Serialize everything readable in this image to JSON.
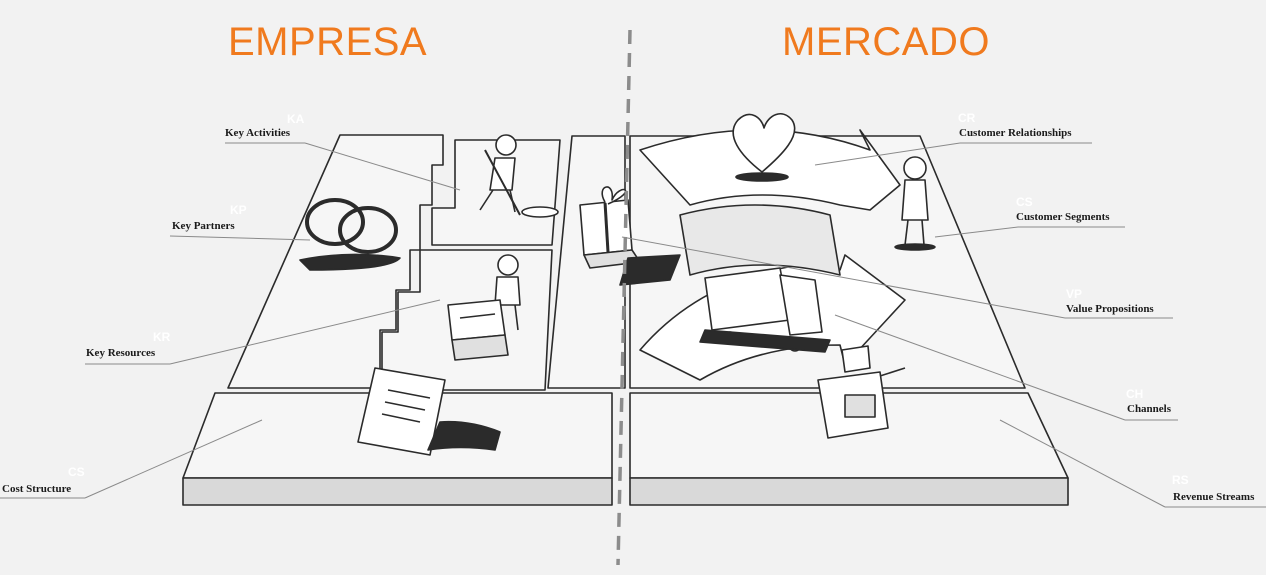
{
  "colors": {
    "heading": "#f07a1e",
    "divider": "#8c8c8c",
    "sketch": "#2b2b2b",
    "block_top": "#f6f6f6",
    "block_side": "#d9d9d9"
  },
  "headings": {
    "left": "EMPRESA",
    "right": "MERCADO"
  },
  "blocks": {
    "key_activities": {
      "abbr": "KA",
      "label": "Key Activities"
    },
    "key_partners": {
      "abbr": "KP",
      "label": "Key Partners"
    },
    "key_resources": {
      "abbr": "KR",
      "label": "Key Resources"
    },
    "cost_structure": {
      "abbr": "CS",
      "label": "Cost Structure"
    },
    "customer_relationships": {
      "abbr": "CR",
      "label": "Customer Relationships"
    },
    "customer_segments": {
      "abbr": "CS",
      "label": "Customer Segments"
    },
    "value_propositions": {
      "abbr": "VP",
      "label": "Value Propositions"
    },
    "channels": {
      "abbr": "CH",
      "label": "Channels"
    },
    "revenue_streams": {
      "abbr": "RS",
      "label": "Revenue Streams"
    }
  }
}
